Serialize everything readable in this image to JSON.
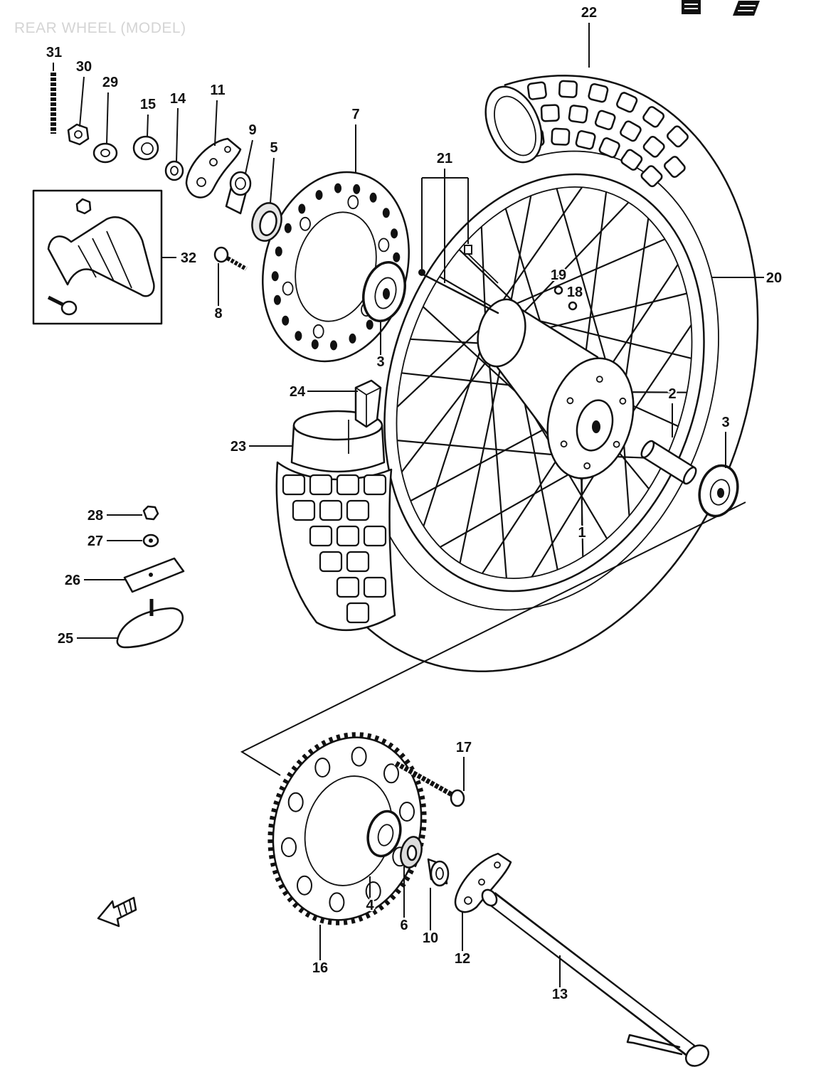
{
  "title": "REAR WHEEL (MODEL)",
  "callouts": {
    "c1": "1",
    "c2": "2",
    "c3a": "3",
    "c3b": "3",
    "c4": "4",
    "c5": "5",
    "c6": "6",
    "c7": "7",
    "c8": "8",
    "c9": "9",
    "c10": "10",
    "c11": "11",
    "c12": "12",
    "c13": "13",
    "c14": "14",
    "c15": "15",
    "c16": "16",
    "c17": "17",
    "c18": "18",
    "c19": "19",
    "c20": "20",
    "c21": "21",
    "c22": "22",
    "c23": "23",
    "c24": "24",
    "c25": "25",
    "c26": "26",
    "c27": "27",
    "c28": "28",
    "c29": "29",
    "c30": "30",
    "c31": "31",
    "c32": "32"
  },
  "icons": {
    "header_left": "manual-icon",
    "header_right": "model-flag-icon",
    "direction": "front-arrow-icon"
  }
}
